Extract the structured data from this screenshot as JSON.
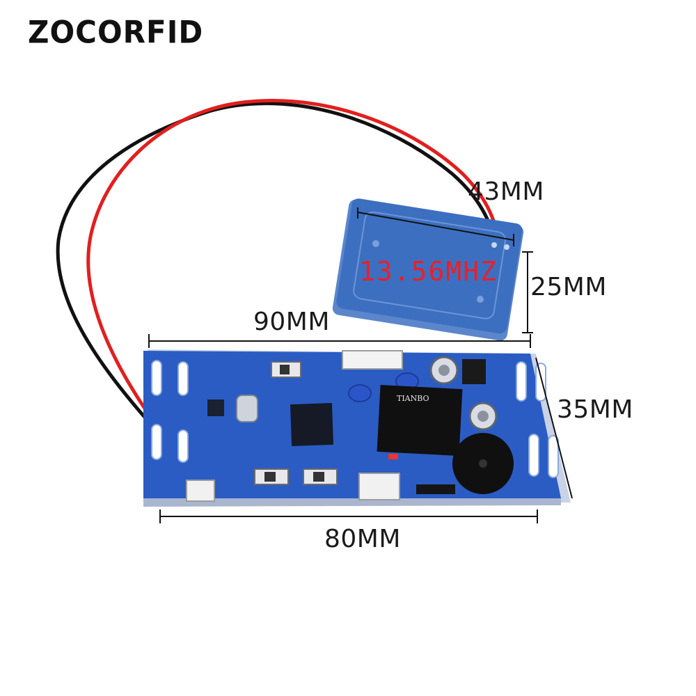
{
  "brand": "ZOCORFID",
  "antenna": {
    "frequency": "13.56MHZ",
    "width_label": "43MM",
    "height_label": "25MM"
  },
  "board": {
    "width_label": "90MM",
    "height_label": "35MM",
    "bottom_width_label": "80MM",
    "relay_brand": "TIANBO"
  },
  "colors": {
    "pcb": "#2a5cc4",
    "pcb_dark": "#1d3f93",
    "wire_red": "#e11f1f",
    "wire_black": "#111111",
    "frequency_text": "#e8202a"
  }
}
